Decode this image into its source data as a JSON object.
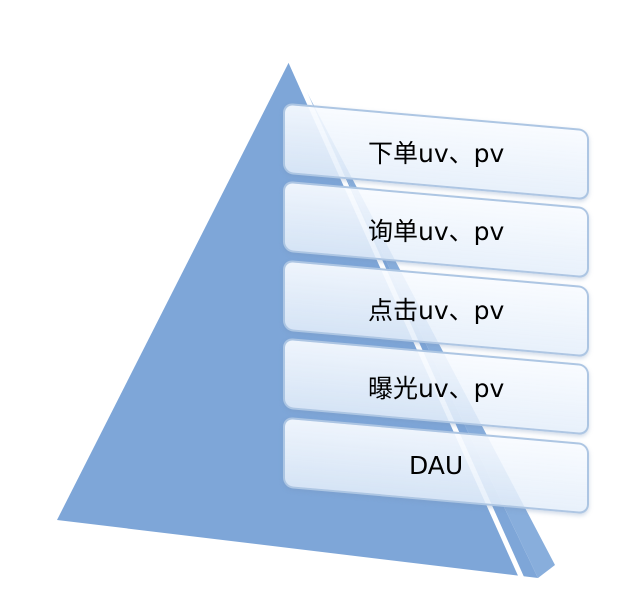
{
  "diagram": {
    "type": "pyramid",
    "levels": [
      {
        "label": "下单uv、pv"
      },
      {
        "label": "询单uv、pv"
      },
      {
        "label": "点击uv、pv"
      },
      {
        "label": "曝光uv、pv"
      },
      {
        "label": "DAU"
      }
    ]
  },
  "colors": {
    "pyramid_front": "#7ea6d8",
    "pyramid_side": "#8fb2de",
    "edge_highlight": "#ffffff",
    "level_border": "#aac3e1"
  }
}
